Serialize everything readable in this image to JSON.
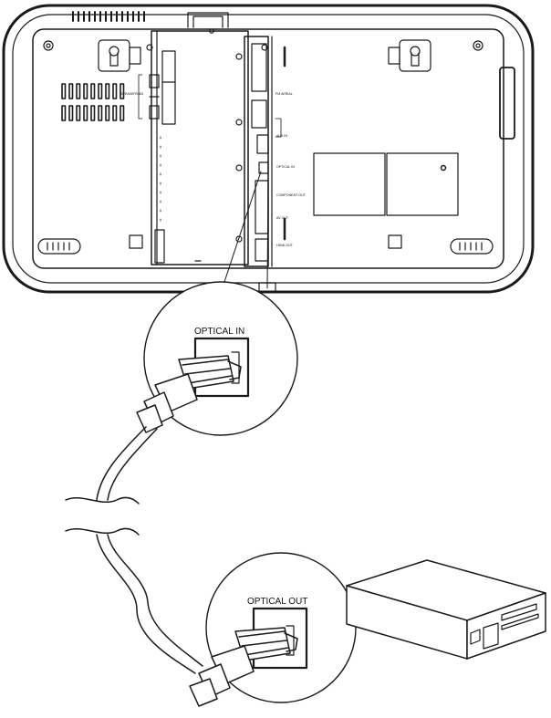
{
  "callouts": {
    "input_port_label": "OPTICAL IN",
    "output_port_label": "OPTICAL OUT"
  },
  "panel_labels": {
    "speakers": "SPEAKERS 8Ω",
    "fm_aerial": "FM AERIAL",
    "aux_in": "AUX IN",
    "optical_in": "OPTICAL IN",
    "component_out": "COMPONENT OUT",
    "av_out": "AV OUT",
    "hdmi_out": "HDMI OUT"
  },
  "colors": {
    "line": "#1a1a1a",
    "background": "#ffffff"
  }
}
